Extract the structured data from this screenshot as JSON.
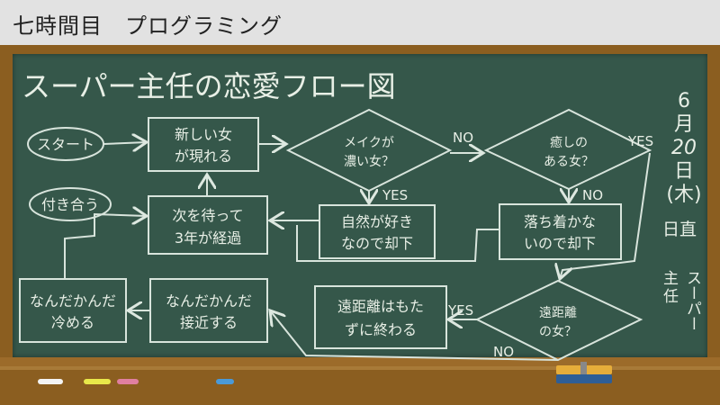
{
  "header": {
    "title": "七時間目　プログラミング"
  },
  "board": {
    "heading": "スーパー主任の恋愛フロー図",
    "date": {
      "month": "6",
      "month_unit": "月",
      "day": "20",
      "day_unit": "日",
      "weekday": "(木)"
    },
    "duty": {
      "label": "日直",
      "role": "主任",
      "name": "スーパー"
    },
    "nodes": {
      "start": "スタート",
      "new_woman": [
        "新しい女",
        "が現れる"
      ],
      "makeup": [
        "メイクが",
        "濃い女？"
      ],
      "healing": [
        "癒しの",
        "ある女？"
      ],
      "dating": "付き合う",
      "wait": [
        "次を待って",
        "3年が経過"
      ],
      "nature": [
        "自然が好き",
        "なので却下"
      ],
      "restless": [
        "落ち着かな",
        "いので却下"
      ],
      "cool": [
        "なんだかんだ",
        "冷める"
      ],
      "approach": [
        "なんだかんだ",
        "接近する"
      ],
      "longdist_end": [
        "遠距離はもた",
        "ずに終わる"
      ],
      "longdist": [
        "遠距離",
        "の女？"
      ]
    },
    "labels": {
      "no1": "NO",
      "yes1": "YES",
      "yes2": "YES",
      "no2": "NO",
      "yes3": "YES",
      "no3": "NO"
    }
  },
  "colors": {
    "board": "#35574a",
    "chalk": "#e8efe6",
    "frame": "#8b5e20"
  }
}
